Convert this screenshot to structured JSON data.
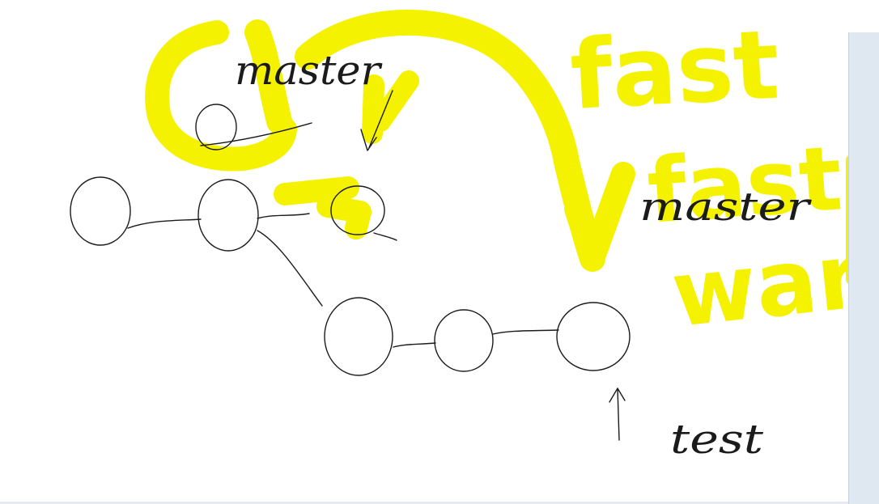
{
  "labels": {
    "master_top": "master",
    "master_right": "master",
    "test": "test"
  },
  "annotations": {
    "fast": "fast",
    "fast_forward_line1": "fast",
    "fast_forward_line2": "ward"
  },
  "colors": {
    "ink": "#1b1b1b",
    "highlighter": "#f5f200",
    "canvas": "#ffffff",
    "scrollbar": "#dfe7f1"
  }
}
